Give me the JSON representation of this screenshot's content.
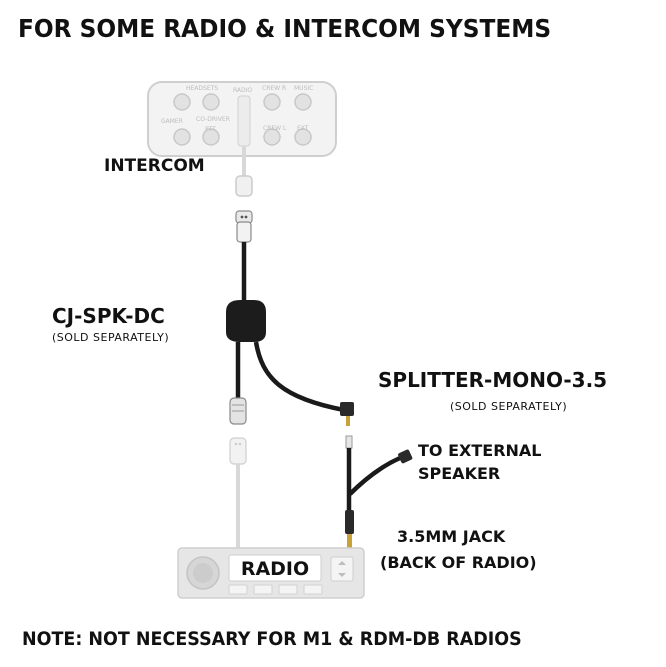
{
  "title": "FOR SOME RADIO & INTERCOM SYSTEMS",
  "intercom": {
    "label": "INTERCOM",
    "ports": {
      "headsets": "HEADSETS",
      "radio": "RADIO",
      "crew_r": "CREW R",
      "music": "MUSIC",
      "gamer": "GAMER",
      "co_driver": "CO-DRIVER",
      "ptt": "PTT",
      "crew_l": "CREW L",
      "ext": "EXT"
    }
  },
  "cable": {
    "name": "CJ-SPK-DC",
    "note": "(SOLD SEPARATELY)"
  },
  "splitter": {
    "name": "SPLITTER-MONO-3.5",
    "note": "(SOLD SEPARATELY)"
  },
  "external_speaker": {
    "line1": "TO EXTERNAL",
    "line2": "SPEAKER"
  },
  "jack": {
    "line1": "3.5MM JACK",
    "line2": "(BACK OF RADIO)"
  },
  "radio": {
    "label": "RADIO"
  },
  "footer": "NOTE: NOT NECESSARY FOR M1 & RDM-DB RADIOS",
  "colors": {
    "text": "#111111",
    "faded": "#d4d4d4",
    "cable": "#1a1a1a",
    "connector_gold": "#c9a33a"
  }
}
